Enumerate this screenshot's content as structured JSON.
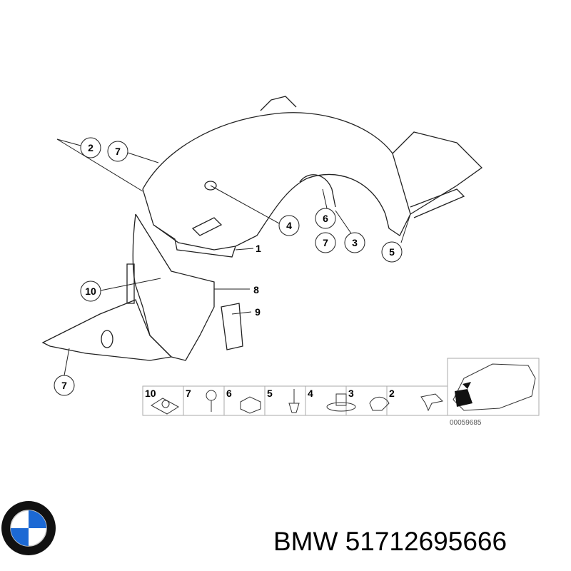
{
  "diagram": {
    "callouts": [
      {
        "id": "c2-top",
        "label": "2"
      },
      {
        "id": "c7-top",
        "label": "7"
      },
      {
        "id": "c4",
        "label": "4"
      },
      {
        "id": "c6",
        "label": "6"
      },
      {
        "id": "c7-mid",
        "label": "7"
      },
      {
        "id": "c3",
        "label": "3"
      },
      {
        "id": "c5",
        "label": "5"
      },
      {
        "id": "c1",
        "label": "1"
      },
      {
        "id": "c10",
        "label": "10"
      },
      {
        "id": "c8",
        "label": "8"
      },
      {
        "id": "c9",
        "label": "9"
      },
      {
        "id": "c7-bottom",
        "label": "7"
      }
    ],
    "parts_strip": [
      "10",
      "7",
      "6",
      "5",
      "4",
      "3",
      "2"
    ],
    "drawing_code": "00059685"
  },
  "logo": {
    "brand": "BMW",
    "colors": {
      "blue": "#1c69d4",
      "ring": "#111111"
    }
  },
  "caption": {
    "text": "BMW 51712695666"
  }
}
